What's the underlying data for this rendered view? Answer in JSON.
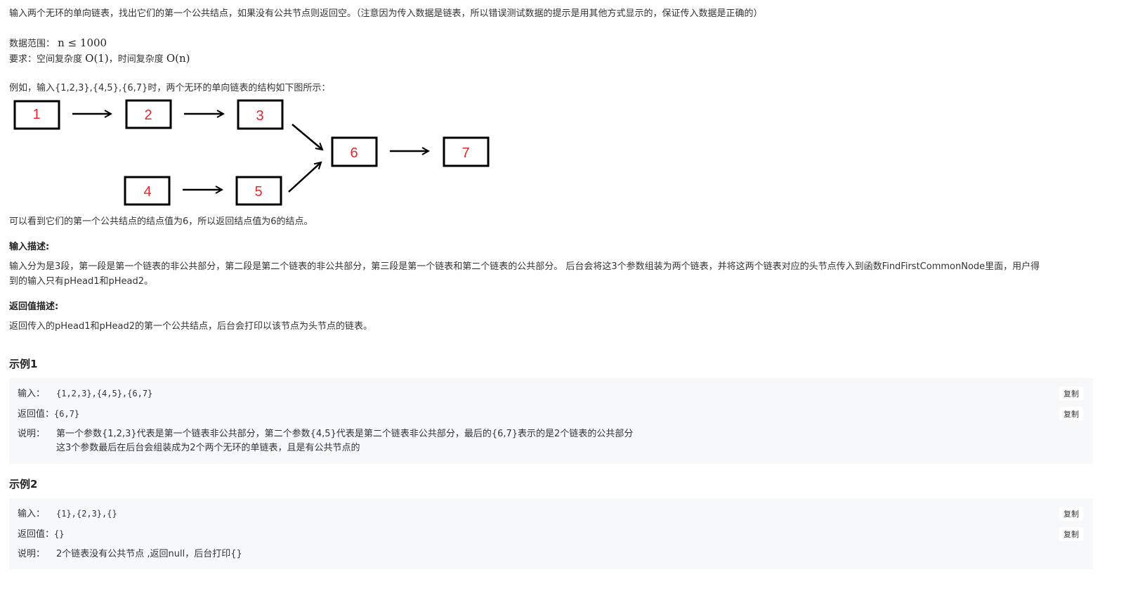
{
  "intro": "输入两个无环的单向链表，找出它们的第一个公共结点，如果没有公共节点则返回空。（注意因为传入数据是链表，所以错误测试数据的提示是用其他方式显示的，保证传入数据是正确的）",
  "range_label": "数据范围：",
  "range_math": "n ≤ 1000",
  "req_label": "要求：空间复杂度",
  "req_space": "O(1)",
  "req_mid": "，时间复杂度",
  "req_time": "O(n)",
  "example_intro": "例如，输入{1,2,3},{4,5},{6,7}时，两个无环的单向链表的结构如下图所示：",
  "diagram": {
    "nodes": [
      "1",
      "2",
      "3",
      "4",
      "5",
      "6",
      "7"
    ]
  },
  "conclusion": "可以看到它们的第一个公共结点的结点值为6，所以返回结点值为6的结点。",
  "input_desc_title": "输入描述:",
  "input_desc_1": "输入分为是3段，第一段是第一个链表的非公共部分，第二段是第二个链表的非公共部分，第三段是第一个链表和第二个链表的公共部分。 后台会将这3个参数组装为两个链表，并将这两个链表对应的头节点传入到函数FindFirstCommonNode里面，用户得",
  "input_desc_2": "到的输入只有pHead1和pHead2。",
  "return_desc_title": "返回值描述:",
  "return_desc": "返回传入的pHead1和pHead2的第一个公共结点，后台会打印以该节点为头节点的链表。",
  "copy_label": "复制",
  "examples": [
    {
      "title": "示例1",
      "input_label": "输入：",
      "input": "{1,2,3},{4,5},{6,7}",
      "return_label": "返回值：",
      "return": "{6,7}",
      "explain_label": "说明：",
      "explain_1": "第一个参数{1,2,3}代表是第一个链表非公共部分，第二个参数{4,5}代表是第二个链表非公共部分，最后的{6,7}表示的是2个链表的公共部分",
      "explain_2": "这3个参数最后在后台会组装成为2个两个无环的单链表，且是有公共节点的"
    },
    {
      "title": "示例2",
      "input_label": "输入：",
      "input": "{1},{2,3},{}",
      "return_label": "返回值：",
      "return": "{}",
      "explain_label": "说明：",
      "explain_1": "2个链表没有公共节点 ,返回null，后台打印{}"
    }
  ]
}
